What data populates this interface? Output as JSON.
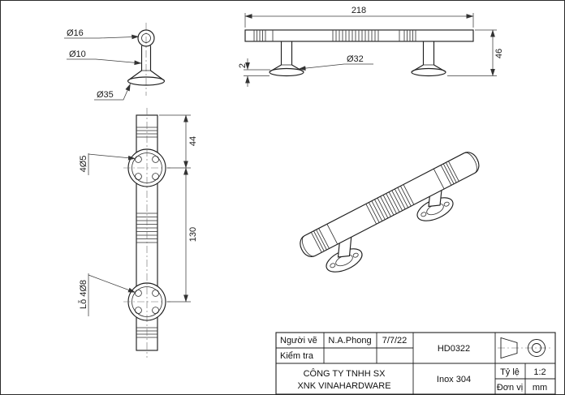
{
  "drawing": {
    "dims": {
      "length": "218",
      "d16": "Ø16",
      "d10": "Ø10",
      "d35": "Ø35",
      "d32": "Ø32",
      "height": "46",
      "plate_thickness": "2",
      "end_offset": "44",
      "hole_spacing": "130",
      "screw_holes": "4Ø5",
      "mount_holes": "Lỗ 4Ø8"
    },
    "title_block": {
      "drawer_label": "Người vẽ",
      "drawer_name": "N.A.Phong",
      "date": "7/7/22",
      "code": "HD0322",
      "checker_label": "Kiểm tra",
      "company_line1": "CÔNG TY TNHH SX",
      "company_line2": "XNK VINAHARDWARE",
      "material": "Inox 304",
      "scale_label": "Tỷ lệ",
      "scale_value": "1:2",
      "unit_label": "Đơn vị",
      "unit_value": "mm"
    }
  }
}
